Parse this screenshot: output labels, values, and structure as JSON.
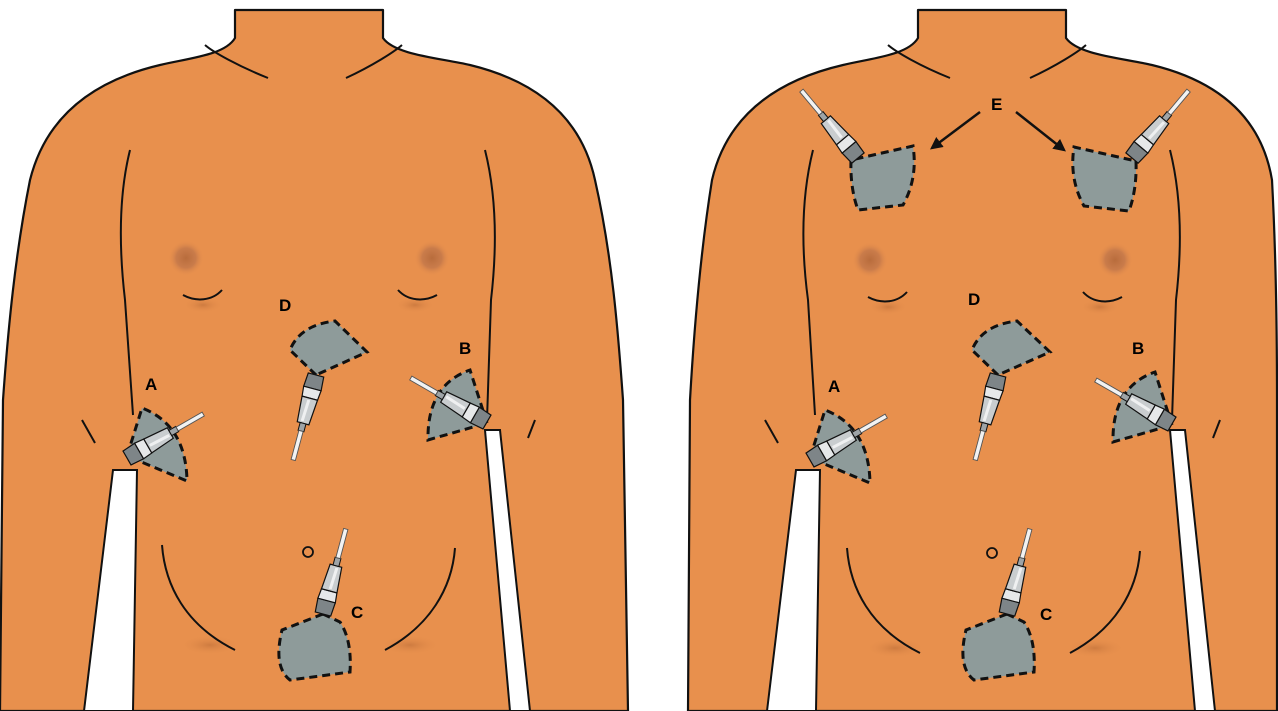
{
  "colors": {
    "skin": "#E8904D",
    "outline": "#111111",
    "scan_window": "#8E9B9A",
    "probe_body": "#C9CDCF",
    "probe_dark": "#7E8588",
    "nipple": "#B86C3C",
    "background": "#FFFFFF"
  },
  "panels": [
    {
      "name": "left-figure",
      "labels": {
        "A": "A",
        "B": "B",
        "C": "C",
        "D": "D"
      }
    },
    {
      "name": "right-figure",
      "labels": {
        "A": "A",
        "B": "B",
        "C": "C",
        "D": "D",
        "E": "E"
      }
    }
  ],
  "icons": [
    "ultrasound-probe-icon",
    "arrow-icon"
  ]
}
